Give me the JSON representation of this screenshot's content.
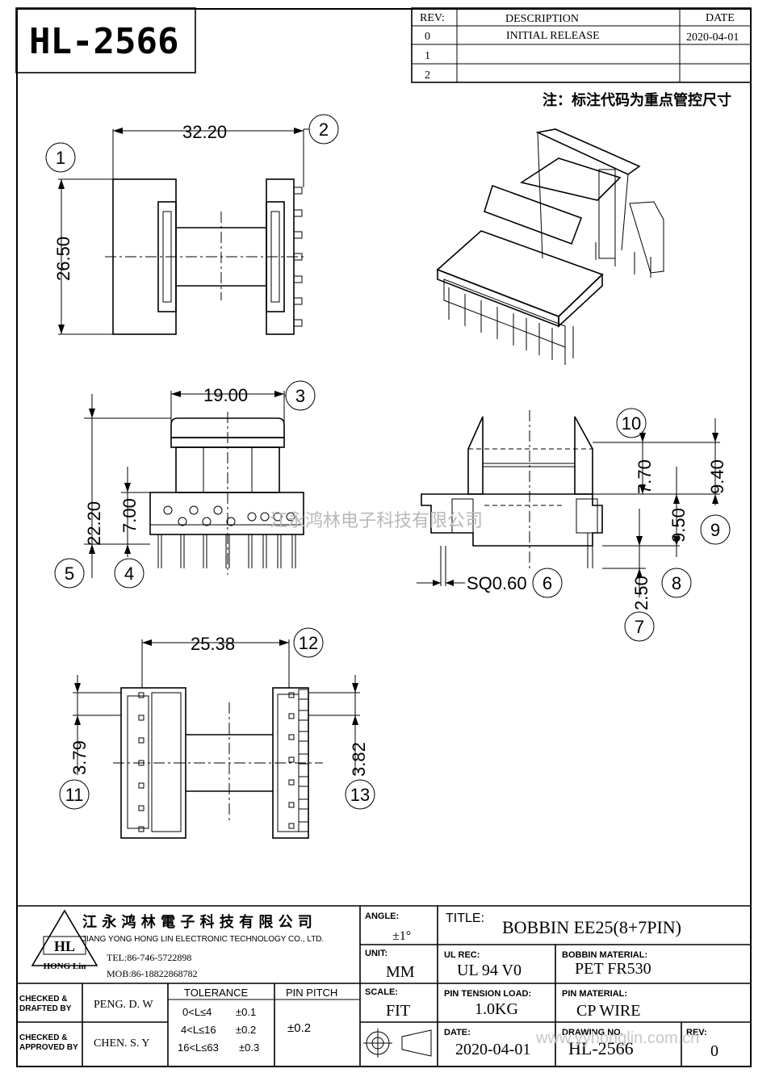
{
  "part_number": "HL-2566",
  "revision_table": {
    "headers": {
      "rev": "REV:",
      "description": "DESCRIPTION",
      "date": "DATE"
    },
    "rows": [
      {
        "rev": "0",
        "description": "INITIAL RELEASE",
        "date": "2020-04-01"
      },
      {
        "rev": "1",
        "description": "",
        "date": ""
      },
      {
        "rev": "2",
        "description": "",
        "date": ""
      }
    ]
  },
  "note": "注：标注代码为重点管控尺寸",
  "dimensions": {
    "d1": "32.20",
    "d2": "26.50",
    "d3": "19.00",
    "d4": "22.20",
    "d5": "7.00",
    "d6": "7.70",
    "d7": "9.40",
    "d8": "9.50",
    "d9": "2.50",
    "d10": "SQ0.60",
    "d11": "25.38",
    "d12": "3.79",
    "d13": "3.82"
  },
  "balloons": [
    "1",
    "2",
    "3",
    "4",
    "5",
    "6",
    "7",
    "8",
    "9",
    "10",
    "11",
    "12",
    "13"
  ],
  "watermark_cn": "江永鸿林电子科技有限公司",
  "watermark_url": "www.yyhonglin.com.cn",
  "title_block": {
    "company_cn": "江 永 鸿 林 電 子 科 技 有 限 公 司",
    "company_en": "JIANG YONG HONG LIN ELECTRONIC TECHNOLOGY CO., LTD.",
    "logo_text": "HL",
    "logo_sub": "HONG Lin",
    "tel": "TEL:86-746-5722898",
    "mob": "MOB:86-18822868782",
    "angle_label": "ANGLE:",
    "angle_value": "±1°",
    "unit_label": "UNIT:",
    "unit_value": "MM",
    "scale_label": "SCALE:",
    "scale_value": "FIT",
    "title_label": "TITLE:",
    "title_value": "BOBBIN   EE25(8+7PIN)",
    "ul_label": "UL REC:",
    "ul_value": "UL 94 V0",
    "material_label": "BOBBIN MATERIAL:",
    "material_value": "PET FR530",
    "tension_label": "PIN TENSION LOAD:",
    "tension_value": "1.0KG",
    "pin_material_label": "PIN MATERIAL:",
    "pin_material_value": "CP WIRE",
    "date_label": "DATE:",
    "date_value": "2020-04-01",
    "drawing_label": "DRAWING NO.",
    "drawing_value": "HL-2566",
    "rev_label": "REV:",
    "rev_value": "0",
    "checked_drafted_label": "CHECKED &\nDRAFTED BY",
    "checked_drafted_value": "PENG. D. W",
    "checked_approved_label": "CHECKED &\nAPPROVED BY",
    "checked_approved_value": "CHEN. S. Y",
    "tolerance_label": "TOLERANCE",
    "tolerance_rows": [
      {
        "range": "0<L≤4",
        "value": "±0.1"
      },
      {
        "range": "4<L≤16",
        "value": "±0.2"
      },
      {
        "range": "16<L≤63",
        "value": "±0.3"
      }
    ],
    "pin_pitch_label": "PIN PITCH",
    "pin_pitch_value": "±0.2"
  }
}
